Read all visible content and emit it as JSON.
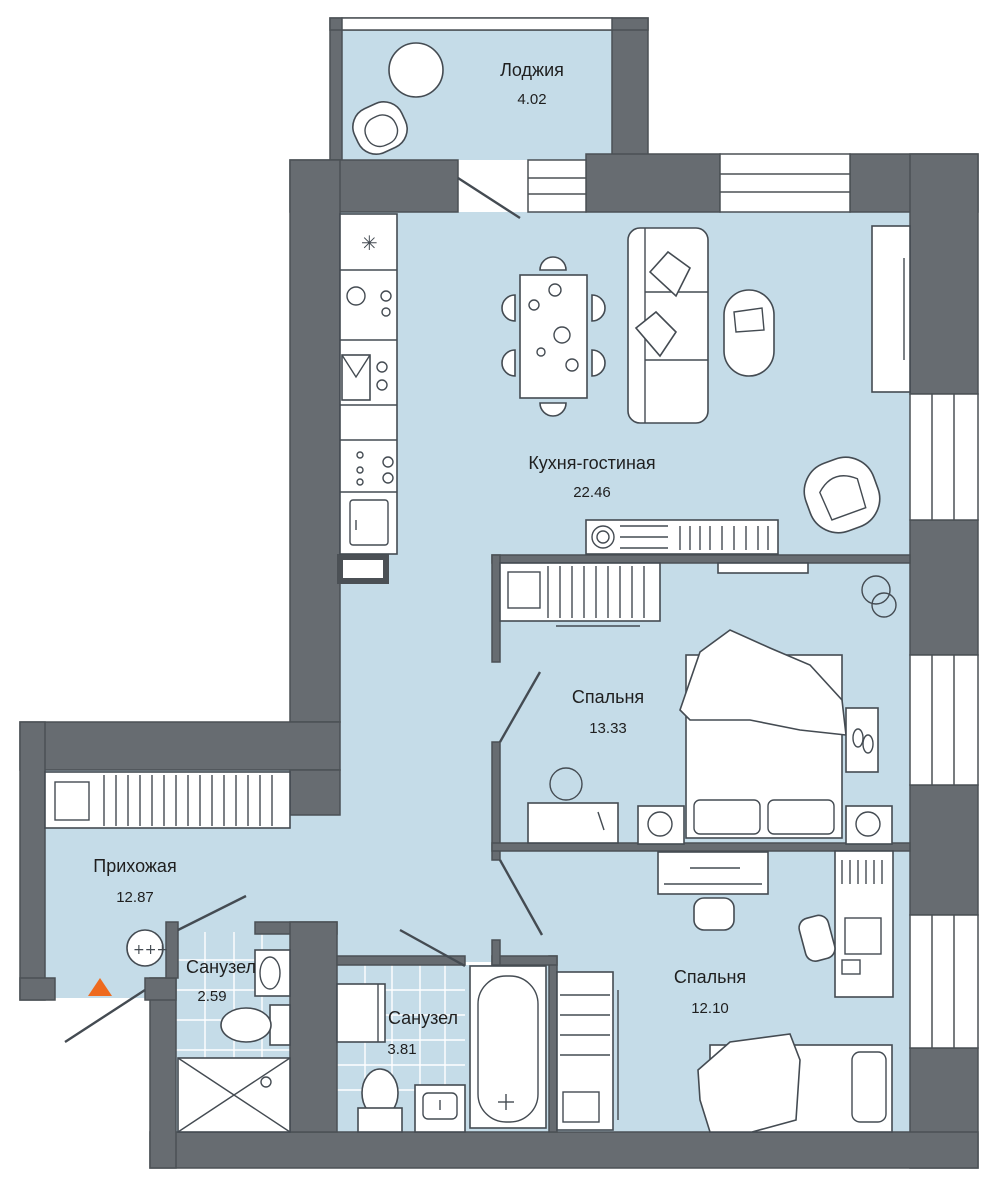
{
  "colors": {
    "floor": "#c5dce8",
    "wall": "#676c71",
    "wall_stroke": "#4b5055",
    "line": "#444b52",
    "furniture": "#ffffff",
    "entrance_marker": "#ee6a1f"
  },
  "rooms": [
    {
      "name": "Лоджия",
      "area": "4.02"
    },
    {
      "name": "Кухня-гостиная",
      "area": "22.46"
    },
    {
      "name": "Спальня",
      "area": "13.33"
    },
    {
      "name": "Прихожая",
      "area": "12.87"
    },
    {
      "name": "Санузел",
      "area": "2.59"
    },
    {
      "name": "Санузел",
      "area": "3.81"
    },
    {
      "name": "Спальня",
      "area": "12.10"
    }
  ],
  "icons": {
    "entrance": "triangle-marker",
    "electric_panel": "plus-grid-circle"
  }
}
